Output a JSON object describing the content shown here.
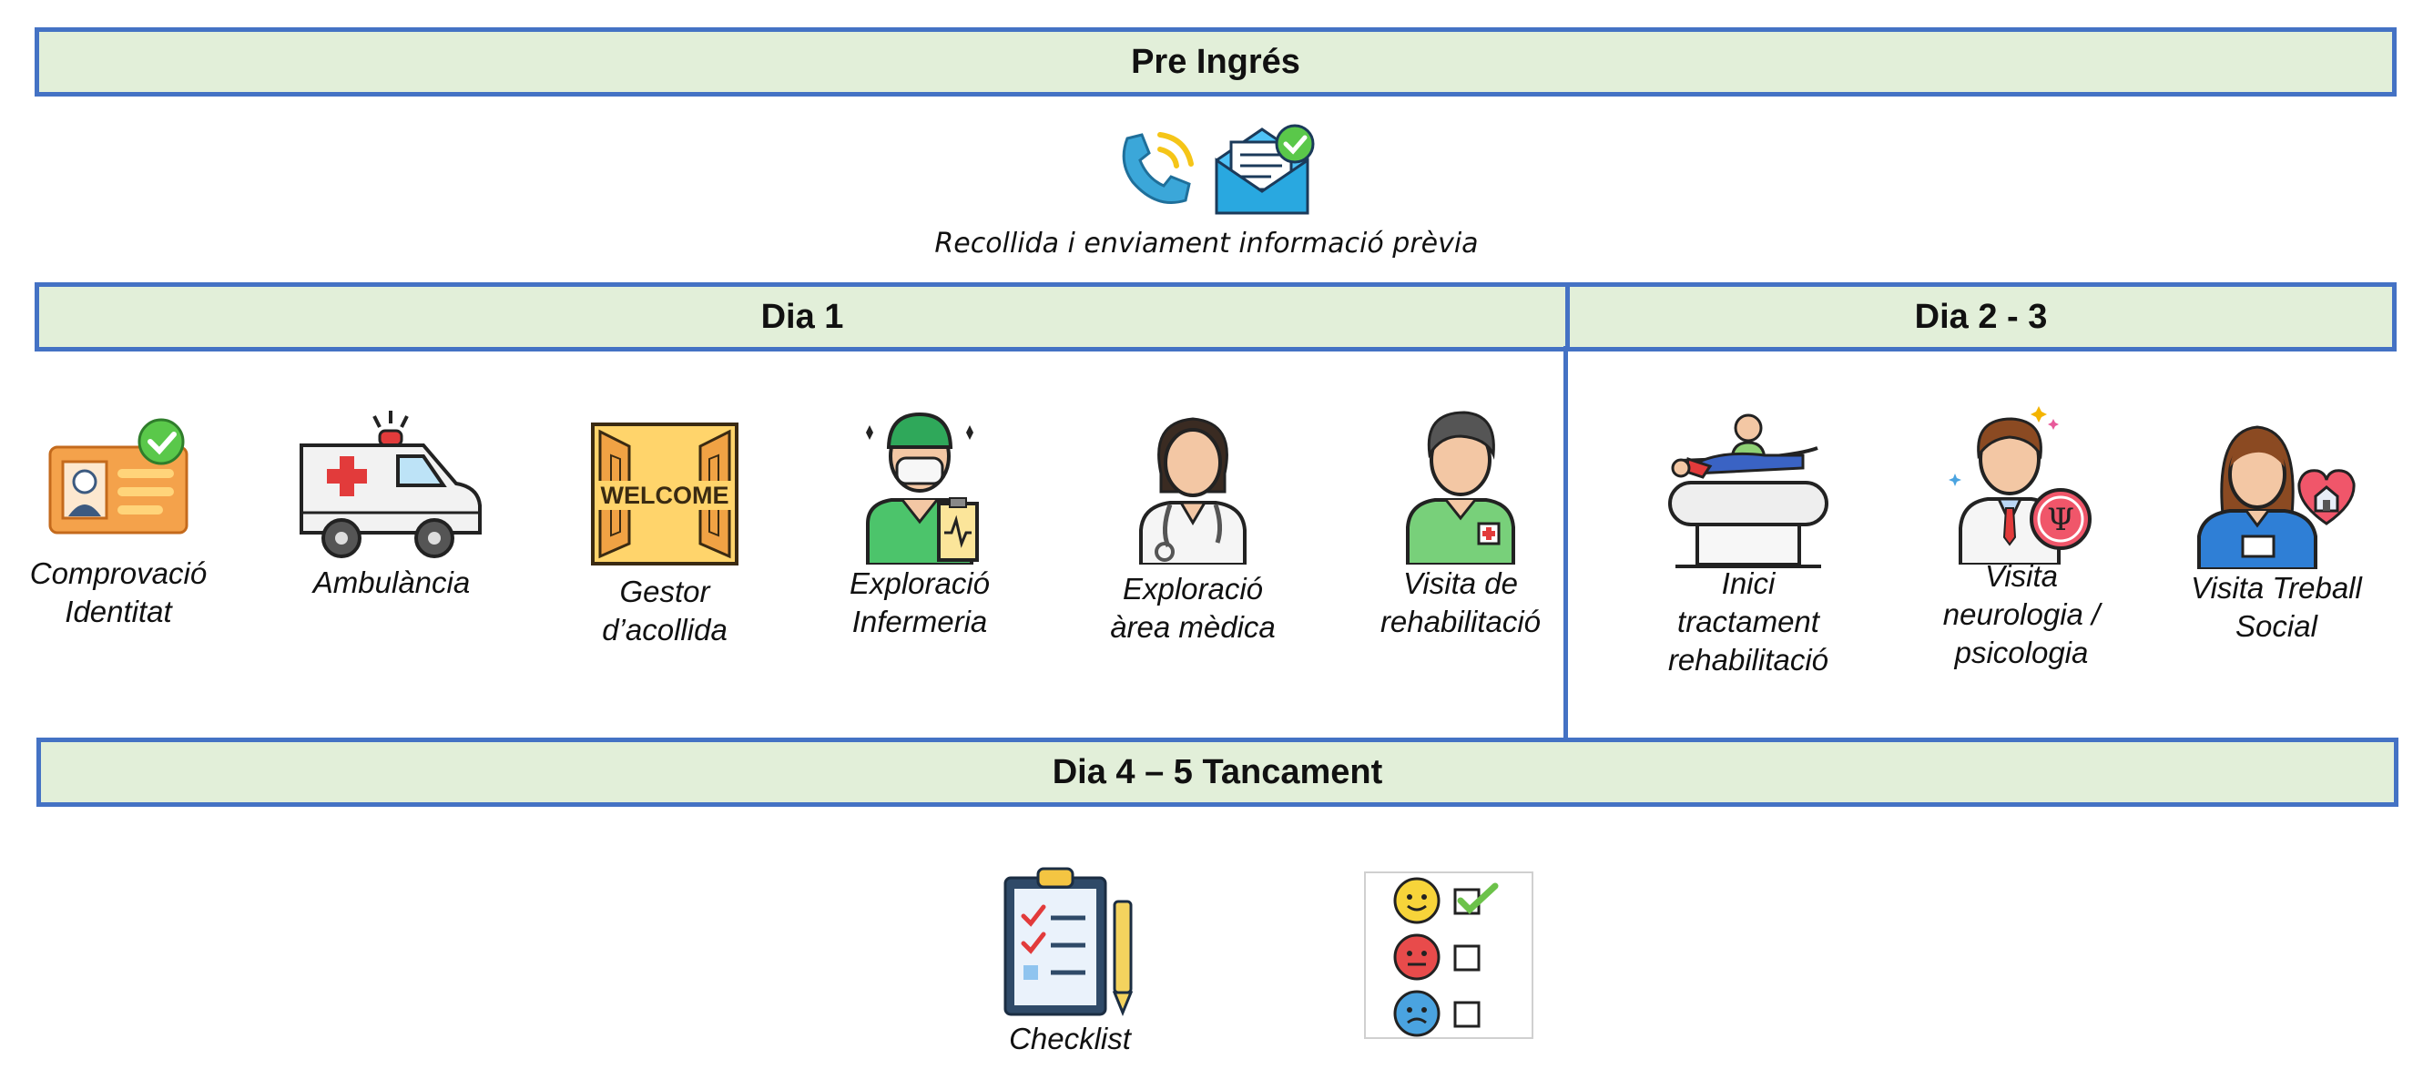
{
  "sections": {
    "pre_ingres": "Pre Ingrés",
    "dia1": "Dia 1",
    "dia23": "Dia 2 - 3",
    "dia45": "Dia 4 – 5 Tancament"
  },
  "pre": {
    "caption": "Recollida i enviament informació prèvia",
    "icons": [
      "phone-icon",
      "envelope-check-icon"
    ]
  },
  "dia1_items": [
    {
      "label": "Comprovació\nIdentitat",
      "icon": "id-card-check-icon"
    },
    {
      "label": "Ambulància",
      "icon": "ambulance-icon"
    },
    {
      "label": "Gestor\nd’acollida",
      "icon": "welcome-door-icon"
    },
    {
      "label": "Exploració\nInfermeria",
      "icon": "nurse-icon"
    },
    {
      "label": "Exploració\nàrea mèdica",
      "icon": "doctor-icon"
    },
    {
      "label": "Visita de\nrehabilitació",
      "icon": "physio-icon"
    }
  ],
  "dia23_items": [
    {
      "label": "Inici\ntractament\nrehabilitació",
      "icon": "rehab-table-icon"
    },
    {
      "label": "Visita\nneurologia /\npsicologia",
      "icon": "psychologist-icon"
    },
    {
      "label": "Visita Treball\nSocial",
      "icon": "social-worker-icon"
    }
  ],
  "dia45_items": [
    {
      "label": "Checklist",
      "icon": "clipboard-checklist-icon"
    },
    {
      "label": "",
      "icon": "satisfaction-survey-icon"
    }
  ],
  "colors": {
    "bar_fill": "#e2efd9",
    "bar_border": "#4472c4"
  }
}
